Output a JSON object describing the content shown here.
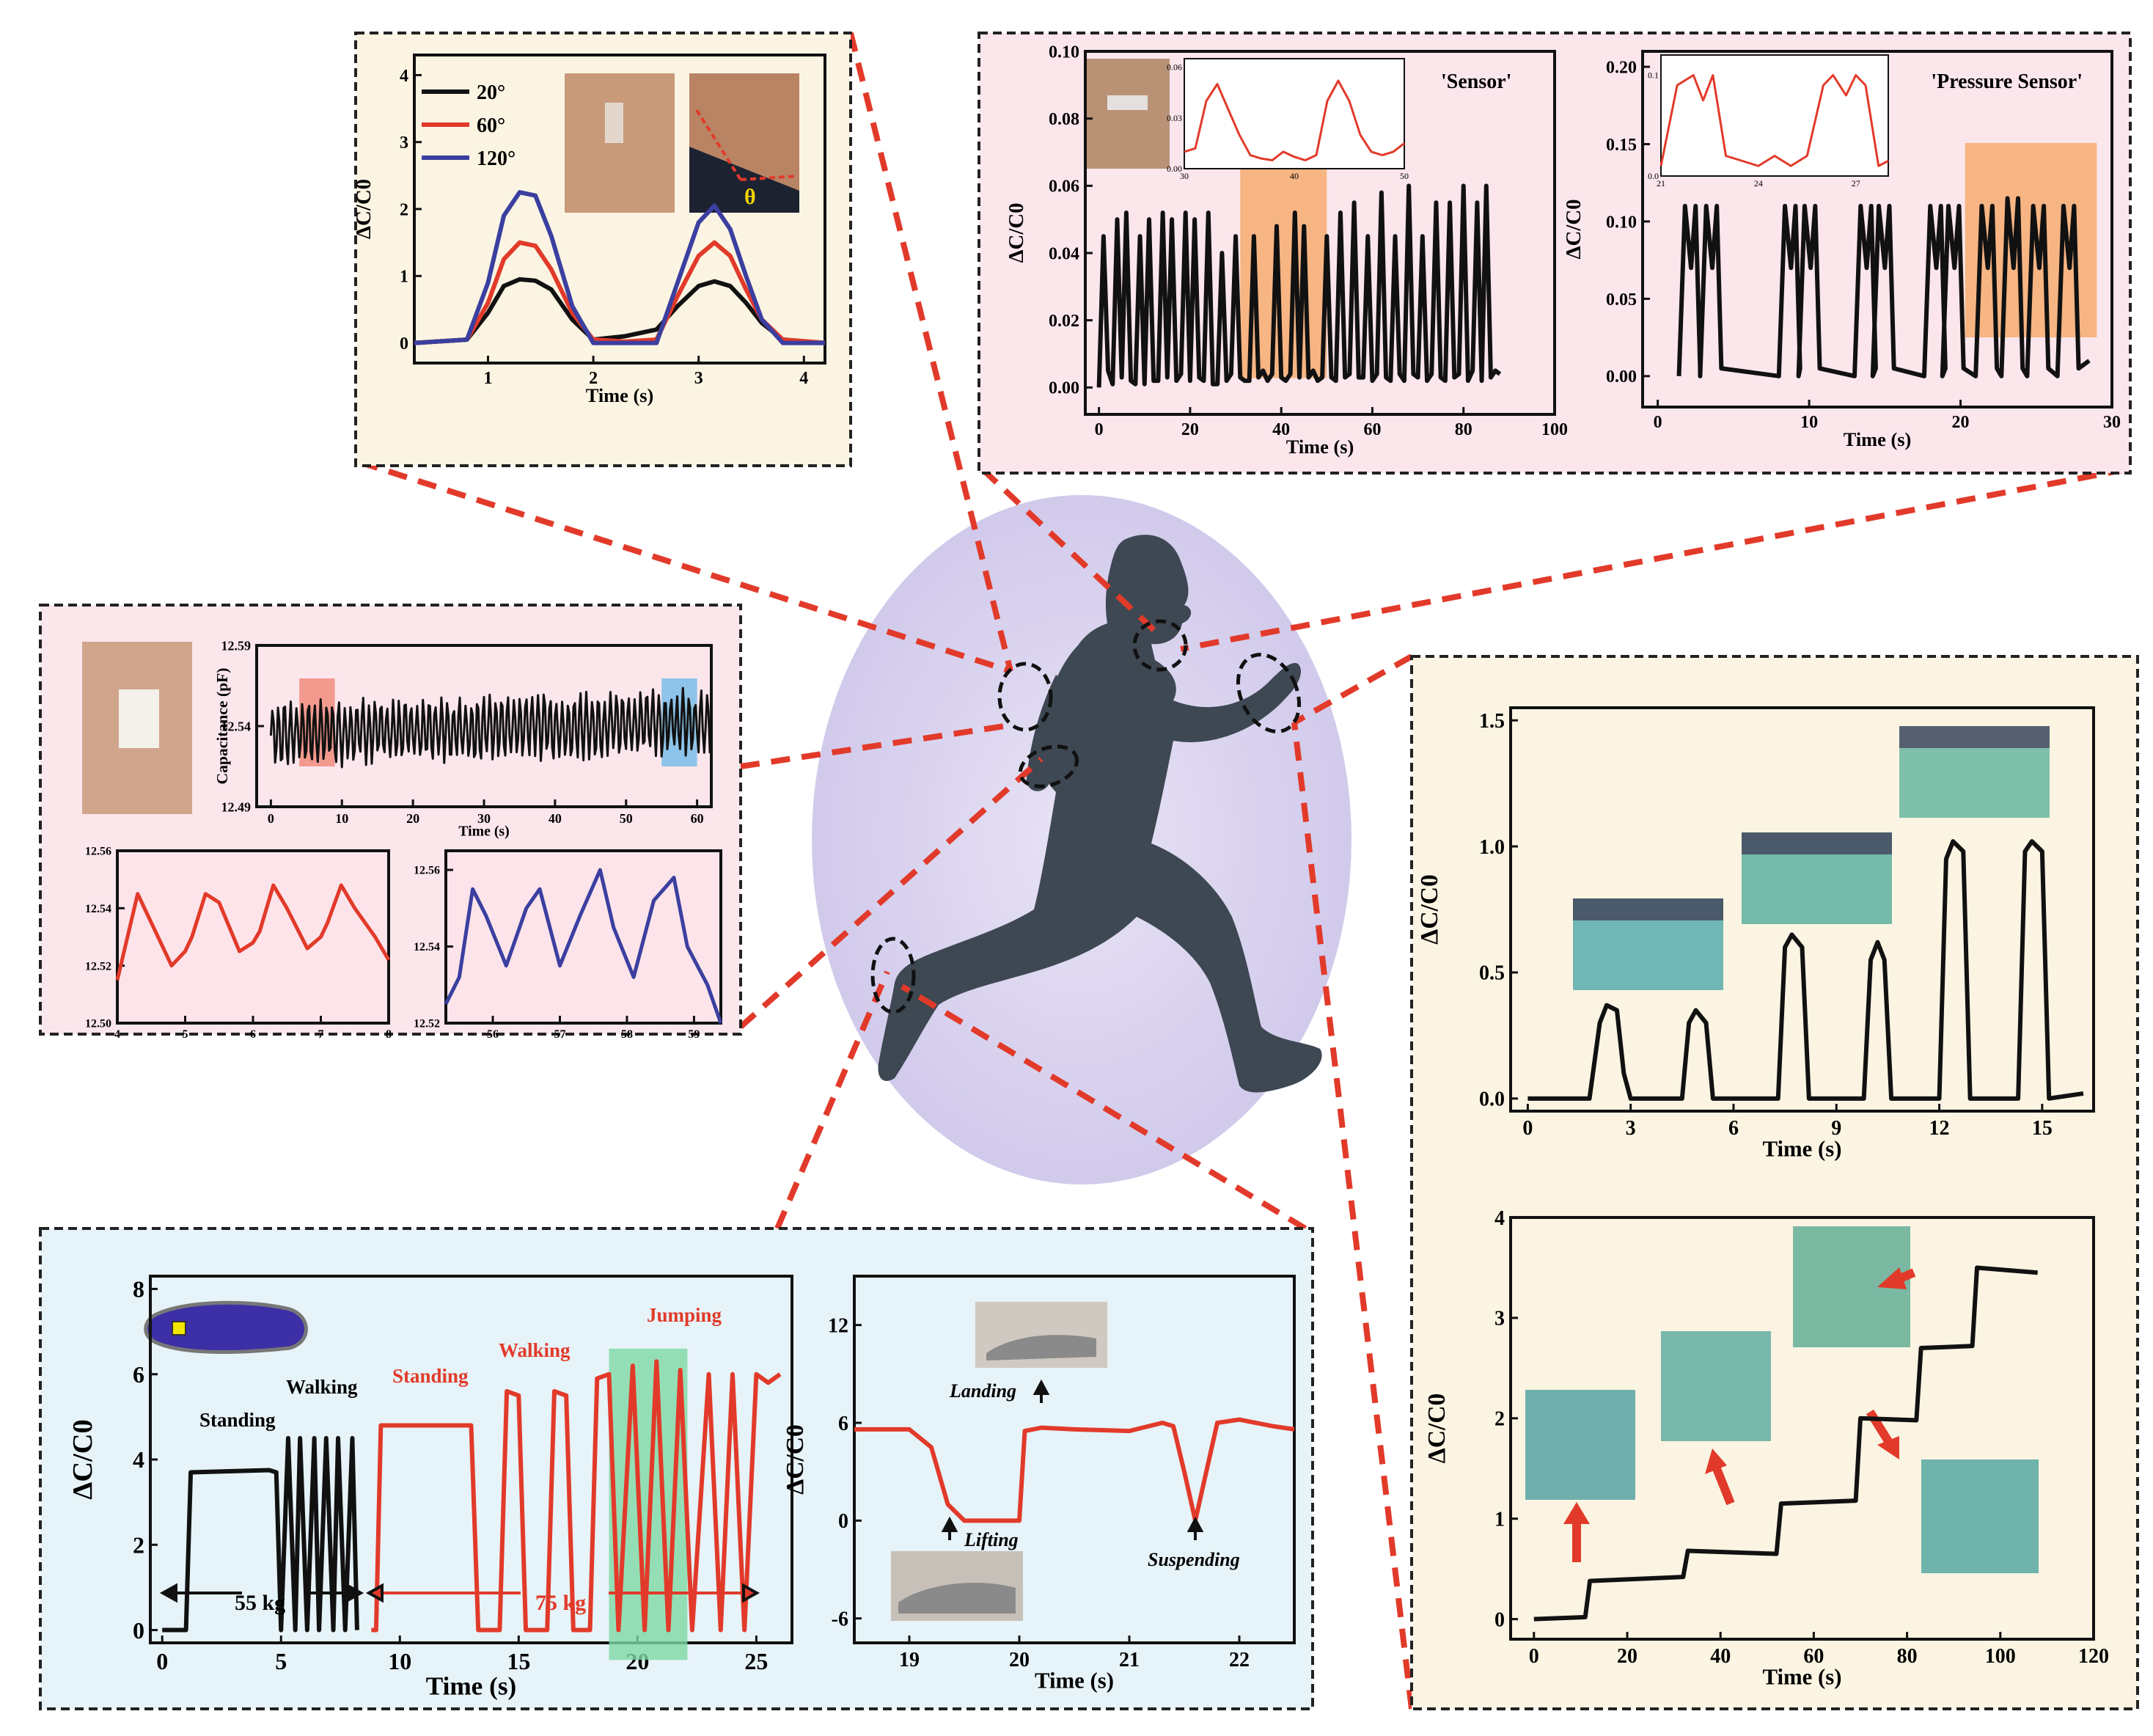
{
  "chart_data": [
    {
      "id": "elbow",
      "type": "line",
      "ylabel": "ΔC/C0",
      "xlabel": "Time (s)",
      "xlim": [
        0.3,
        4.2
      ],
      "ylim": [
        -0.3,
        4.3
      ],
      "xticks": [
        1,
        2,
        3,
        4
      ],
      "yticks": [
        0,
        1,
        2,
        3,
        4
      ],
      "legend_position": "top-left",
      "series": [
        {
          "name": "20°",
          "color": "#111111",
          "x": [
            0.3,
            0.8,
            1.0,
            1.15,
            1.3,
            1.45,
            1.6,
            1.8,
            2.0,
            2.3,
            2.6,
            2.8,
            3.0,
            3.15,
            3.3,
            3.45,
            3.6,
            3.8,
            4.2
          ],
          "y": [
            0,
            0.05,
            0.45,
            0.85,
            0.95,
            0.93,
            0.8,
            0.35,
            0.05,
            0.1,
            0.2,
            0.55,
            0.85,
            0.92,
            0.85,
            0.6,
            0.3,
            0.05,
            0
          ]
        },
        {
          "name": "60°",
          "color": "#e23a2a",
          "x": [
            0.3,
            0.8,
            1.0,
            1.15,
            1.3,
            1.45,
            1.6,
            1.8,
            2.0,
            2.3,
            2.6,
            2.8,
            3.0,
            3.15,
            3.3,
            3.45,
            3.6,
            3.8,
            4.2
          ],
          "y": [
            0,
            0.05,
            0.6,
            1.25,
            1.5,
            1.45,
            1.1,
            0.45,
            0.05,
            0.02,
            0.05,
            0.7,
            1.3,
            1.5,
            1.3,
            0.8,
            0.35,
            0.05,
            0
          ]
        },
        {
          "name": "120°",
          "color": "#3b3fa0",
          "x": [
            0.3,
            0.8,
            1.0,
            1.15,
            1.3,
            1.45,
            1.6,
            1.8,
            2.0,
            2.3,
            2.6,
            2.8,
            3.0,
            3.15,
            3.3,
            3.45,
            3.6,
            3.8,
            4.2
          ],
          "y": [
            0,
            0.05,
            0.9,
            1.9,
            2.25,
            2.2,
            1.6,
            0.55,
            0,
            0,
            0,
            0.9,
            1.8,
            2.05,
            1.7,
            1.0,
            0.35,
            0,
            0
          ]
        }
      ]
    },
    {
      "id": "neck",
      "type": "line",
      "title": "'Sensor'",
      "ylabel": "ΔC/C0",
      "xlabel": "Time (s)",
      "xlim": [
        -3,
        100
      ],
      "ylim": [
        -0.008,
        0.1
      ],
      "xticks": [
        0,
        20,
        40,
        60,
        80,
        100
      ],
      "yticks": [
        0.0,
        0.02,
        0.04,
        0.06,
        0.08,
        0.1
      ],
      "highlight_x": [
        31,
        50
      ],
      "highlight_color": "#f4a460",
      "series": [
        {
          "color": "#111111",
          "x": [
            0,
            1,
            2,
            3,
            4,
            5,
            6,
            7,
            8,
            9,
            10,
            11,
            12,
            13,
            14,
            15,
            16,
            17,
            18,
            19,
            20,
            21,
            22,
            23,
            24,
            25,
            26,
            27,
            28,
            29,
            30,
            31,
            32,
            33,
            34,
            35,
            36,
            37,
            38,
            39,
            40,
            41,
            42,
            43,
            44,
            45,
            46,
            47,
            48,
            49,
            50,
            51,
            52,
            53,
            54,
            55,
            56,
            57,
            58,
            59,
            60,
            61,
            62,
            63,
            64,
            65,
            66,
            67,
            68,
            69,
            70,
            71,
            72,
            73,
            74,
            75,
            76,
            77,
            78,
            79,
            80,
            81,
            82,
            83,
            84,
            85,
            86,
            87,
            88
          ],
          "y": [
            0,
            0.045,
            0.005,
            0.001,
            0.05,
            0.003,
            0.052,
            0.002,
            0.001,
            0.045,
            0.001,
            0.05,
            0.002,
            0.002,
            0.052,
            0.003,
            0.05,
            0.002,
            0.004,
            0.052,
            0.002,
            0.05,
            0.003,
            0.002,
            0.052,
            0.001,
            0.001,
            0.04,
            0.002,
            0.004,
            0.045,
            0.003,
            0.002,
            0.002,
            0.045,
            0.003,
            0.005,
            0.002,
            0.004,
            0.048,
            0.003,
            0.002,
            0.004,
            0.052,
            0.003,
            0.048,
            0.003,
            0.005,
            0.002,
            0.003,
            0.045,
            0.003,
            0.002,
            0.052,
            0.003,
            0.004,
            0.055,
            0.003,
            0.003,
            0.045,
            0.002,
            0.004,
            0.058,
            0.003,
            0.002,
            0.045,
            0.004,
            0.002,
            0.06,
            0.004,
            0.003,
            0.045,
            0.002,
            0.004,
            0.055,
            0.003,
            0.002,
            0.055,
            0.003,
            0.004,
            0.06,
            0.002,
            0.005,
            0.055,
            0.002,
            0.06,
            0.003,
            0.005,
            0.004
          ]
        }
      ],
      "inset": {
        "xlim": [
          30,
          50
        ],
        "ylim": [
          0,
          0.065
        ],
        "xticks": [
          30,
          40,
          50
        ],
        "yticks": [
          0.0,
          0.03,
          0.06
        ],
        "color": "#e23a2a",
        "x": [
          30,
          31,
          32,
          33,
          34,
          35,
          36,
          37,
          38,
          39,
          40,
          41,
          42,
          43,
          44,
          45,
          46,
          47,
          48,
          49,
          50
        ],
        "y": [
          0.01,
          0.012,
          0.04,
          0.05,
          0.035,
          0.02,
          0.008,
          0.006,
          0.005,
          0.01,
          0.007,
          0.005,
          0.008,
          0.04,
          0.052,
          0.04,
          0.02,
          0.01,
          0.008,
          0.01,
          0.015
        ]
      }
    },
    {
      "id": "wrist",
      "type": "line",
      "ylabel": "Capacitance (pF)",
      "xlabel": "Time (s)",
      "xlim": [
        -2,
        62
      ],
      "ylim": [
        12.49,
        12.59
      ],
      "xticks": [
        0,
        10,
        20,
        30,
        40,
        50,
        60
      ],
      "yticks": [
        12.49,
        12.54,
        12.59
      ],
      "highlights": [
        {
          "x": [
            4,
            9
          ],
          "color": "#f08070"
        },
        {
          "x": [
            55,
            60
          ],
          "color": "#6ab8e8"
        }
      ],
      "series": [
        {
          "color": "#111111",
          "note": "oscillating pulse trace ~12.52–12.56 pF",
          "x_start": 0,
          "x_end": 62,
          "period": 0.85,
          "amplitude": 0.018,
          "base": 12.535
        }
      ]
    },
    {
      "id": "pulse-red",
      "type": "line",
      "xlim": [
        4,
        8
      ],
      "ylim": [
        12.5,
        12.56
      ],
      "xticks": [
        4,
        5,
        6,
        7,
        8
      ],
      "yticks": [
        12.5,
        12.52,
        12.54,
        12.56
      ],
      "series": [
        {
          "color": "#e23a2a",
          "x": [
            4.0,
            4.1,
            4.3,
            4.5,
            4.8,
            5.0,
            5.1,
            5.3,
            5.5,
            5.8,
            6.0,
            6.1,
            6.3,
            6.5,
            6.8,
            7.0,
            7.1,
            7.3,
            7.5,
            7.8,
            8.0
          ],
          "y": [
            12.515,
            12.525,
            12.545,
            12.535,
            12.52,
            12.525,
            12.53,
            12.545,
            12.542,
            12.525,
            12.528,
            12.532,
            12.548,
            12.54,
            12.526,
            12.53,
            12.535,
            12.548,
            12.54,
            12.53,
            12.522
          ]
        }
      ]
    },
    {
      "id": "pulse-blue",
      "type": "line",
      "xlim": [
        55.3,
        59.4
      ],
      "ylim": [
        12.52,
        12.565
      ],
      "xticks": [
        56,
        57,
        58,
        59
      ],
      "yticks": [
        12.52,
        12.54,
        12.56
      ],
      "series": [
        {
          "color": "#3b3fa0",
          "x": [
            55.3,
            55.5,
            55.7,
            55.9,
            56.2,
            56.5,
            56.7,
            57.0,
            57.3,
            57.6,
            57.8,
            58.1,
            58.4,
            58.7,
            58.9,
            59.2,
            59.4
          ],
          "y": [
            12.525,
            12.532,
            12.555,
            12.548,
            12.535,
            12.55,
            12.555,
            12.535,
            12.548,
            12.56,
            12.545,
            12.532,
            12.552,
            12.558,
            12.54,
            12.53,
            12.52
          ]
        }
      ]
    },
    {
      "id": "finger-bend",
      "type": "line",
      "ylabel": "ΔC/C0",
      "xlabel": "Time (s)",
      "xlim": [
        -0.5,
        16.5
      ],
      "ylim": [
        -0.05,
        1.55
      ],
      "xticks": [
        0,
        3,
        6,
        9,
        12,
        15
      ],
      "yticks": [
        0.0,
        0.5,
        1.0,
        1.5
      ],
      "series": [
        {
          "color": "#111111",
          "x": [
            0,
            1.8,
            2.1,
            2.3,
            2.6,
            2.8,
            3.0,
            4.5,
            4.7,
            4.9,
            5.2,
            5.4,
            7.3,
            7.5,
            7.7,
            8.0,
            8.2,
            9.8,
            10.0,
            10.2,
            10.4,
            10.6,
            12.0,
            12.2,
            12.4,
            12.7,
            12.9,
            14.3,
            14.5,
            14.7,
            15.0,
            15.2,
            16.2
          ],
          "y": [
            0,
            0,
            0.3,
            0.37,
            0.35,
            0.1,
            0,
            0,
            0.3,
            0.35,
            0.3,
            0,
            0,
            0.6,
            0.65,
            0.6,
            0,
            0,
            0.55,
            0.62,
            0.55,
            0,
            0,
            0.95,
            1.02,
            0.98,
            0,
            0,
            0.98,
            1.02,
            0.98,
            0,
            0.02
          ]
        }
      ]
    },
    {
      "id": "finger-step",
      "type": "line",
      "ylabel": "ΔC/C0",
      "xlabel": "Time (s)",
      "xlim": [
        -5,
        120
      ],
      "ylim": [
        -0.2,
        4.0
      ],
      "xticks": [
        0,
        20,
        40,
        60,
        80,
        100,
        120
      ],
      "yticks": [
        0,
        1,
        2,
        3,
        4
      ],
      "series": [
        {
          "color": "#111111",
          "x": [
            0,
            11,
            12,
            32,
            33,
            52,
            53,
            69,
            70,
            82,
            83,
            94,
            95,
            108
          ],
          "y": [
            0,
            0.02,
            0.38,
            0.42,
            0.68,
            0.65,
            1.15,
            1.18,
            2.0,
            1.98,
            2.7,
            2.72,
            3.5,
            3.45
          ]
        }
      ]
    },
    {
      "id": "foot",
      "type": "line",
      "ylabel": "ΔC/C0",
      "xlabel": "Time (s)",
      "xlim": [
        -0.5,
        26.5
      ],
      "ylim": [
        -0.3,
        8.3
      ],
      "xticks": [
        0,
        5,
        10,
        15,
        20,
        25
      ],
      "yticks": [
        0,
        2,
        4,
        6,
        8
      ],
      "highlight_x": [
        18.8,
        22.1
      ],
      "highlight_color": "#7fd8a4",
      "annotations": [
        "Standing",
        "Walking",
        "Standing",
        "Walking",
        "Jumping",
        "55 kg",
        "75 kg"
      ],
      "series": [
        {
          "name": "55 kg",
          "color": "#111111",
          "x": [
            0,
            1,
            1.2,
            4.5,
            4.8,
            5,
            5.3,
            5.6,
            5.8,
            6.1,
            6.4,
            6.6,
            6.9,
            7.2,
            7.4,
            7.7,
            8.0,
            8.2
          ],
          "y": [
            0,
            0,
            3.7,
            3.75,
            3.7,
            0,
            4.5,
            0,
            4.5,
            0,
            4.5,
            0,
            4.5,
            0,
            4.5,
            0,
            4.5,
            0
          ]
        },
        {
          "name": "75 kg",
          "color": "#e23a2a",
          "x": [
            8.8,
            9.0,
            9.2,
            13.0,
            13.3,
            14.2,
            14.5,
            15.0,
            15.3,
            16.2,
            16.5,
            17.0,
            17.3,
            18.0,
            18.3,
            18.8,
            19.2,
            19.8,
            20.3,
            20.8,
            21.3,
            21.8,
            22.3,
            23.0,
            23.5,
            24.0,
            24.5,
            25.0,
            25.5,
            26.0
          ],
          "y": [
            0,
            0,
            4.8,
            4.8,
            0,
            0,
            5.6,
            5.5,
            0,
            0,
            5.6,
            5.5,
            0,
            0,
            5.9,
            6.0,
            0,
            6.2,
            0,
            6.3,
            0,
            6.1,
            0,
            6.0,
            0,
            6.0,
            0,
            6.0,
            5.8,
            6.0
          ]
        }
      ]
    },
    {
      "id": "foot-zoom",
      "type": "line",
      "ylabel": "ΔC/C0",
      "xlabel": "Time (s)",
      "xlim": [
        18.5,
        22.5
      ],
      "ylim": [
        -7.5,
        15
      ],
      "xticks": [
        19,
        20,
        21,
        22
      ],
      "yticks": [
        -6,
        0,
        6,
        12
      ],
      "annotations": [
        "Landing",
        "Lifting",
        "Suspending"
      ],
      "series": [
        {
          "color": "#e23a2a",
          "x": [
            18.5,
            19.0,
            19.2,
            19.35,
            19.5,
            19.8,
            20.0,
            20.05,
            20.2,
            20.5,
            21.0,
            21.3,
            21.4,
            21.5,
            21.6,
            21.7,
            21.8,
            22.0,
            22.3,
            22.5
          ],
          "y": [
            5.6,
            5.6,
            4.5,
            1.0,
            0,
            0,
            0,
            5.5,
            5.7,
            5.6,
            5.5,
            6.0,
            5.8,
            3.0,
            0,
            3.0,
            6.0,
            6.2,
            5.8,
            5.6
          ]
        }
      ]
    }
  ],
  "colors": {
    "pink_panel": "#fbe6ec",
    "cream_panel": "#fbf4e2",
    "blue_panel": "#e6f3f8",
    "ellipse": "#dcd6ee",
    "silhouette": "#3d4853",
    "dash_red": "#e23a2a"
  }
}
